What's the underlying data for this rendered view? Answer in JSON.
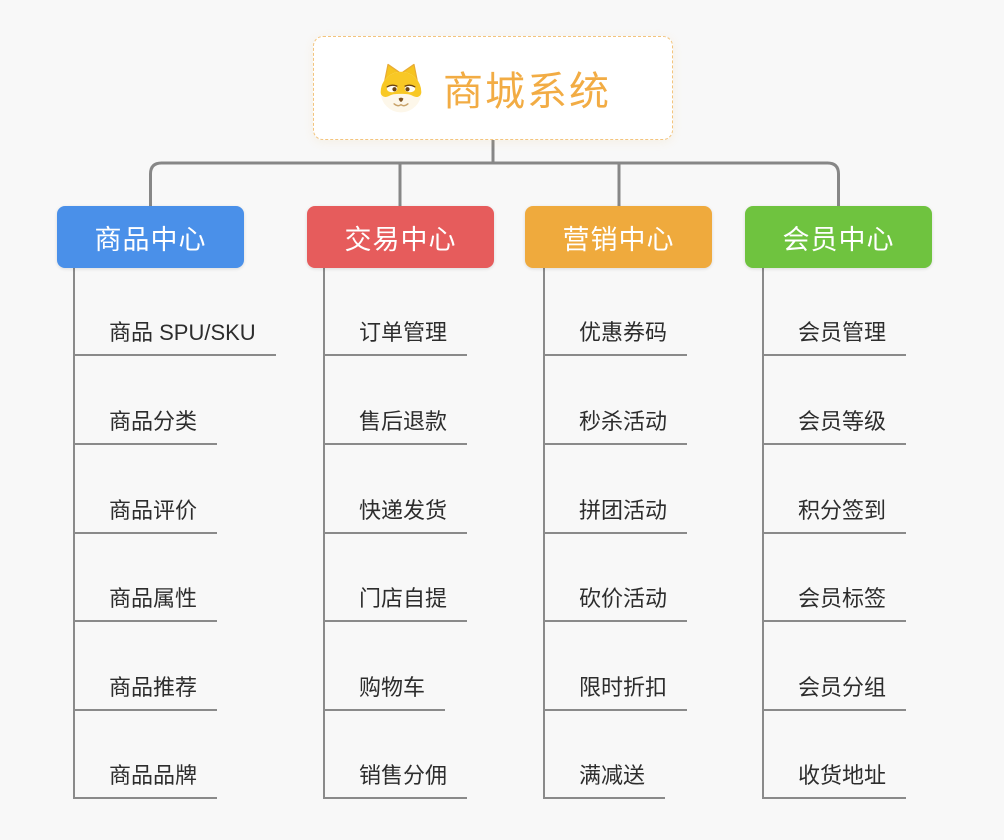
{
  "root": {
    "label": "商城系统",
    "icon": "dog-face-icon"
  },
  "colors": {
    "root_text": "#f2ac44",
    "root_border": "#f3c47d",
    "connector_gray": "#878787",
    "leaf_line_gray": "#8a8a8a",
    "leaf_text": "#2d2d2d",
    "background": "#f8f8f8"
  },
  "branches": [
    {
      "label": "商品中心",
      "color": "#4a90e9",
      "children": [
        "商品 SPU/SKU",
        "商品分类",
        "商品评价",
        "商品属性",
        "商品推荐",
        "商品品牌"
      ]
    },
    {
      "label": "交易中心",
      "color": "#e65c5c",
      "children": [
        "订单管理",
        "售后退款",
        "快递发货",
        "门店自提",
        "购物车",
        "销售分佣"
      ]
    },
    {
      "label": "营销中心",
      "color": "#efaa3d",
      "children": [
        "优惠券码",
        "秒杀活动",
        "拼团活动",
        "砍价活动",
        "限时折扣",
        "满减送"
      ]
    },
    {
      "label": "会员中心",
      "color": "#6fc33f",
      "children": [
        "会员管理",
        "会员等级",
        "积分签到",
        "会员标签",
        "会员分组",
        "收货地址"
      ]
    }
  ]
}
